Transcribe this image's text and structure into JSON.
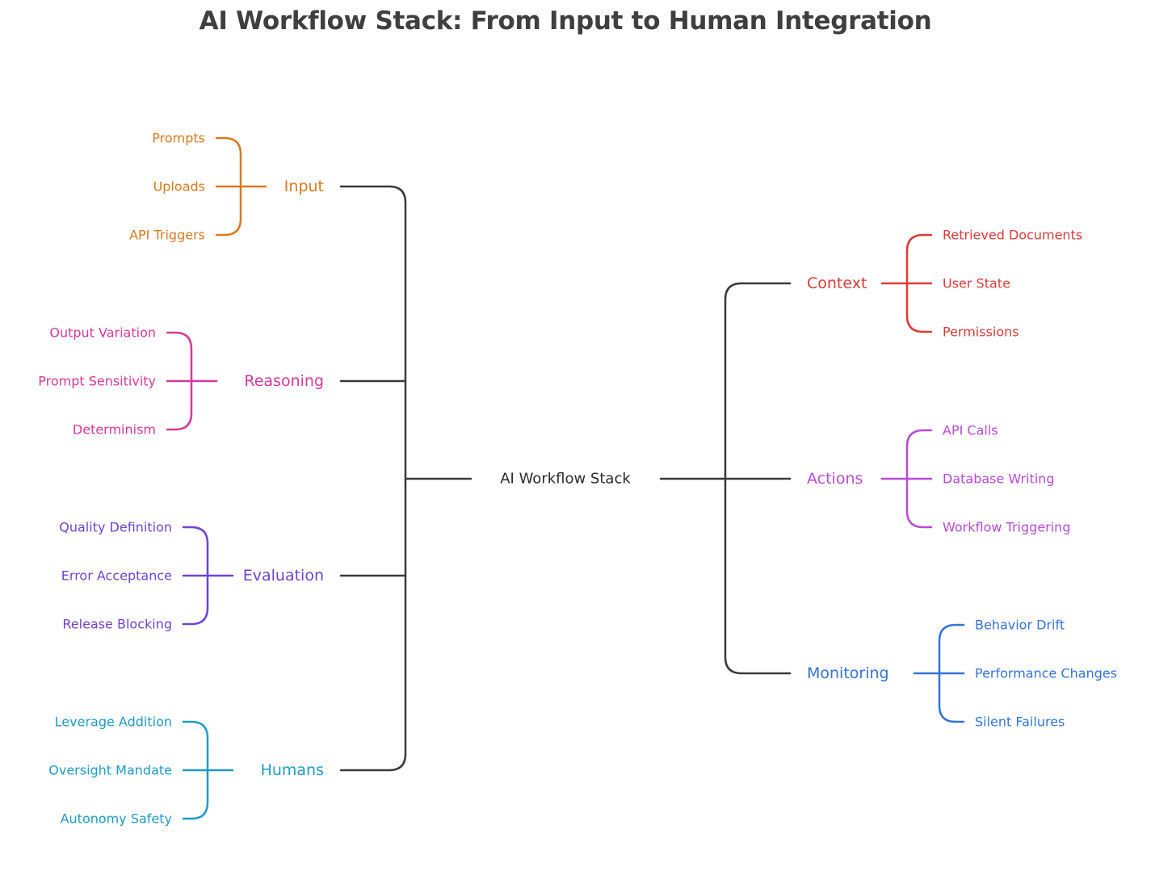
{
  "title": "AI Workflow Stack: From Input to Human Integration",
  "root": {
    "label": "AI Workflow Stack",
    "color": "#3a3a3a"
  },
  "left_branches": [
    {
      "label": "Input",
      "color": "#d97a1f",
      "items": [
        "Prompts",
        "Uploads",
        "API Triggers"
      ]
    },
    {
      "label": "Reasoning",
      "color": "#d6399a",
      "items": [
        "Output Variation",
        "Prompt Sensitivity",
        "Determinism"
      ]
    },
    {
      "label": "Evaluation",
      "color": "#6f43d4",
      "items": [
        "Quality Definition",
        "Error Acceptance",
        "Release Blocking"
      ]
    },
    {
      "label": "Humans",
      "color": "#1e9cc6",
      "items": [
        "Leverage Addition",
        "Oversight Mandate",
        "Autonomy Safety"
      ]
    }
  ],
  "right_branches": [
    {
      "label": "Context",
      "color": "#db3b3b",
      "items": [
        "Retrieved Documents",
        "User State",
        "Permissions"
      ]
    },
    {
      "label": "Actions",
      "color": "#b94ad8",
      "items": [
        "API Calls",
        "Database Writing",
        "Workflow Triggering"
      ]
    },
    {
      "label": "Monitoring",
      "color": "#3474da",
      "items": [
        "Behavior Drift",
        "Performance Changes",
        "Silent Failures"
      ]
    }
  ]
}
